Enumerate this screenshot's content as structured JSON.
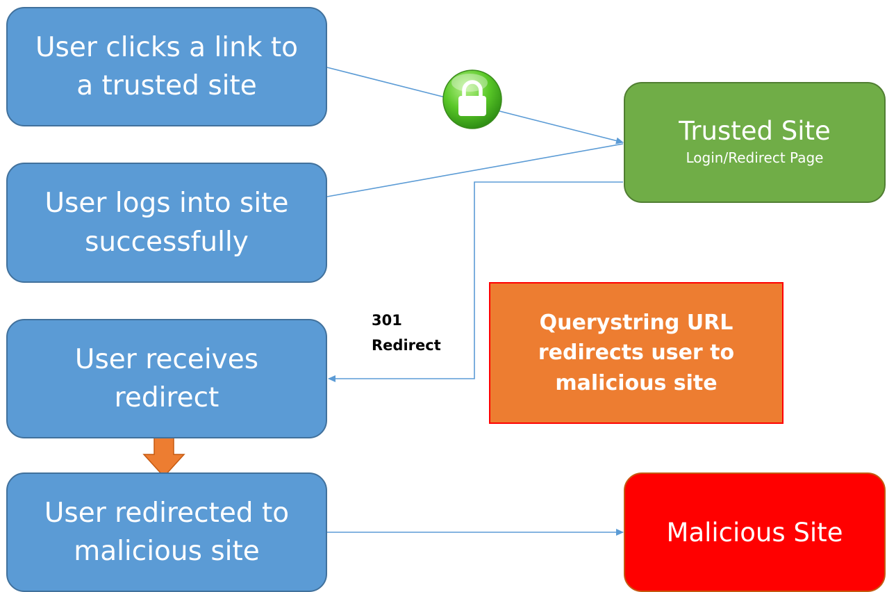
{
  "steps": {
    "click_link": [
      "User clicks a link to",
      "a trusted site"
    ],
    "login": [
      "User logs into site",
      "successfully"
    ],
    "receive_redirect": [
      "User receives",
      "redirect"
    ],
    "redirected": [
      "User redirected to",
      "malicious site"
    ]
  },
  "trusted_site": {
    "title": "Trusted Site",
    "subtitle": "Login/Redirect Page"
  },
  "note": [
    "Querystring URL",
    "redirects user to",
    "malicious site"
  ],
  "malicious_site": {
    "title": "Malicious Site"
  },
  "redirect_label": [
    "301",
    "Redirect"
  ],
  "icons": {
    "secure": "lock-icon",
    "down_arrow": "down-arrow-icon"
  },
  "colors": {
    "step_fill": "#5b9bd5",
    "trusted_fill": "#70ad47",
    "note_fill": "#ed7d31",
    "malicious_fill": "#ff0000",
    "connector": "#5b9bd5",
    "down_arrow": "#ed7d31"
  }
}
